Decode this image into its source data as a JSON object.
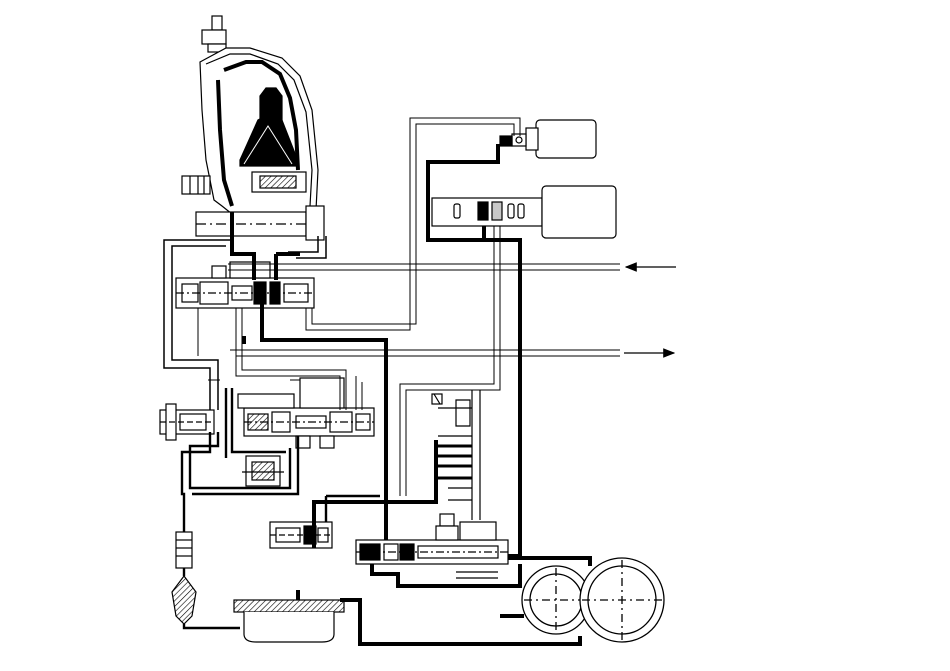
{
  "diagram": {
    "kind": "hydraulic-circuit-schematic",
    "colors": {
      "line": "#000000",
      "component_fill": "#ffffff",
      "hatch": "#000000",
      "light_fill": "#d0d0d0"
    },
    "components": [
      {
        "id": "torque-converter",
        "icon": "torque-converter-icon"
      },
      {
        "id": "main-spool-valve",
        "icon": "spool-valve-icon"
      },
      {
        "id": "secondary-spool-valve",
        "icon": "spool-valve-icon"
      },
      {
        "id": "relief-valve",
        "icon": "valve-icon"
      },
      {
        "id": "solenoid-actuator",
        "icon": "solenoid-icon"
      },
      {
        "id": "connector-block",
        "icon": "connector-icon"
      },
      {
        "id": "pressure-regulator",
        "icon": "regulator-valve-icon"
      },
      {
        "id": "check-valve",
        "icon": "check-valve-icon"
      },
      {
        "id": "filter-strainer",
        "icon": "filter-icon"
      },
      {
        "id": "oil-pan",
        "icon": "sump-icon"
      },
      {
        "id": "gear-pump",
        "icon": "gear-pump-icon"
      }
    ],
    "flow_arrows": [
      {
        "id": "inlet-arrow",
        "direction": "left"
      },
      {
        "id": "outlet-arrow",
        "direction": "right"
      }
    ]
  }
}
